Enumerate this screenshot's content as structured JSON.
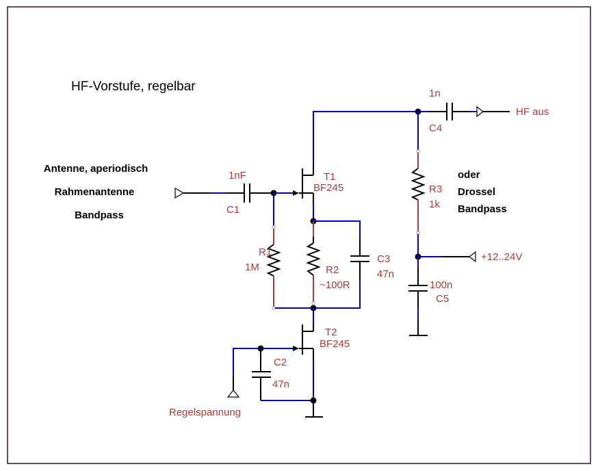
{
  "title": "HF-Vorstufe, regelbar",
  "frame_color": "#3a0a3a",
  "colors": {
    "wire": "#0000cc",
    "component": "#000000",
    "label": "#b03a3a",
    "lead": "#b03a3a"
  },
  "notes_input": [
    "Antenne, aperiodisch",
    "Rahmenantenne",
    "Bandpass"
  ],
  "notes_output": [
    "oder",
    "Drossel",
    "Bandpass"
  ],
  "ports": {
    "input": "",
    "output": "HF aus",
    "supply": "+12..24V",
    "control": "Regelspannung"
  },
  "components": {
    "C1": {
      "ref": "C1",
      "value": "1nF"
    },
    "C2": {
      "ref": "C2",
      "value": "47n"
    },
    "C3": {
      "ref": "C3",
      "value": "47n"
    },
    "C4": {
      "ref": "C4",
      "value": "1n"
    },
    "C5": {
      "ref": "C5",
      "value": "100n"
    },
    "R1": {
      "ref": "R1",
      "value": "1M"
    },
    "R2": {
      "ref": "R2",
      "value": "~100R"
    },
    "R3": {
      "ref": "R3",
      "value": "1k"
    },
    "T1": {
      "ref": "T1",
      "value": "BF245"
    },
    "T2": {
      "ref": "T2",
      "value": "BF245"
    }
  }
}
